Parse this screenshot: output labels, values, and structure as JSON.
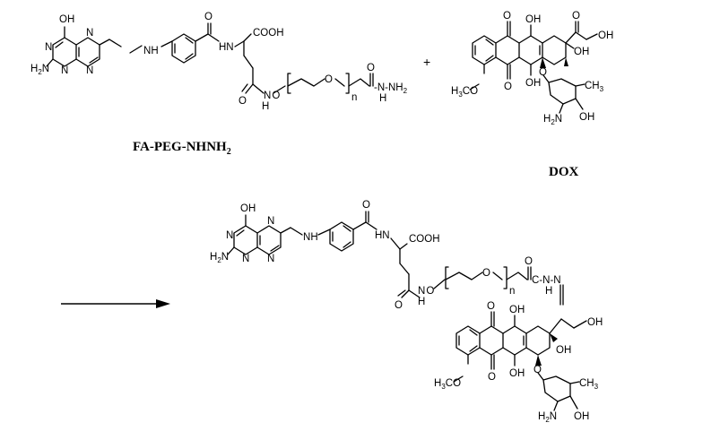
{
  "reactants": {
    "fa_peg": {
      "name": "FA-PEG-NHNH",
      "name_subscript": "2",
      "labels": {
        "oh": "OH",
        "n1": "N",
        "n2": "N",
        "n3": "N",
        "n4": "N",
        "h2n": "H",
        "h2n_sub": "2",
        "h2n_n": "N",
        "nh": "N",
        "nh_h": "H",
        "hn": "HN",
        "o_amide": "O",
        "cooh": "COOH",
        "o_carbonyl": "O",
        "no": "N",
        "no_o": "O",
        "no_h": "H",
        "o_peg": "O",
        "n_repeat": "n",
        "o_hydrazide": "O",
        "hydrazide": "-N-NH",
        "hydrazide_sub": "2",
        "hydrazide_h": "H"
      }
    },
    "plus": "+",
    "dox": {
      "name": "DOX",
      "labels": {
        "o_top": "O",
        "oh_top": "OH",
        "o_keto": "O",
        "oh_chain": "OH",
        "oh_ring": "OH",
        "h3co": "H",
        "h3co_sub": "3",
        "h3co_co": "CO",
        "o_quinone": "O",
        "oh_bottom": "OH",
        "o_glyco": "O",
        "ch3": "CH",
        "ch3_sub": "3",
        "h2n": "H",
        "h2n_sub": "2",
        "h2n_n": "N",
        "oh_sugar": "OH"
      }
    }
  },
  "product": {
    "labels": {
      "oh": "OH",
      "n1": "N",
      "n2": "N",
      "n3": "N",
      "n4": "N",
      "h2n": "H",
      "h2n_sub": "2",
      "h2n_n": "N",
      "nh": "N",
      "nh_h": "H",
      "hn": "HN",
      "o_amide": "O",
      "cooh": "COOH",
      "o_carbonyl": "O",
      "no": "N",
      "no_o": "O",
      "no_h": "H",
      "o_peg": "O",
      "n_repeat": "n",
      "o_hydrazone": "O",
      "hydrazone": "C-N-N",
      "hydrazone_h": "H",
      "o_top": "O",
      "oh_top": "OH",
      "oh_chain": "OH",
      "oh_ring": "OH",
      "h3co": "H",
      "h3co_sub": "3",
      "h3co_co": "CO",
      "o_quinone": "O",
      "oh_bottom": "OH",
      "o_glyco": "O",
      "ch3": "CH",
      "ch3_sub": "3",
      "oh_sugar": "OH"
    }
  },
  "arrow": {
    "icon": "reaction-arrow-icon"
  },
  "colors": {
    "ink": "#000000",
    "background": "#ffffff"
  }
}
